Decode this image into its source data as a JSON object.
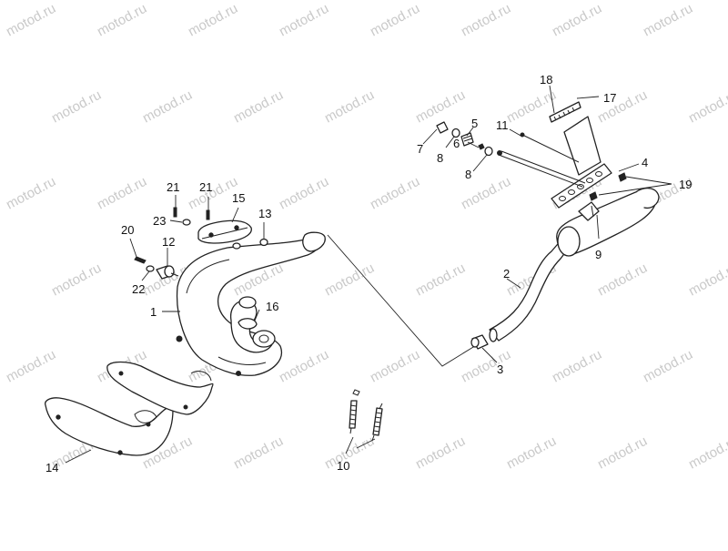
{
  "watermark": {
    "text": "motod.ru",
    "color": "#c9c9c9"
  },
  "callouts": {
    "c1": "1",
    "c2": "2",
    "c3": "3",
    "c4": "4",
    "c5": "5",
    "c6": "6",
    "c7": "7",
    "c8a": "8",
    "c8b": "8",
    "c9": "9",
    "c10": "10",
    "c11": "11",
    "c12": "12",
    "c13": "13",
    "c14": "14",
    "c15": "15",
    "c16": "16",
    "c17": "17",
    "c18": "18",
    "c19": "19",
    "c20": "20",
    "c21a": "21",
    "c21b": "21",
    "c22": "22",
    "c23": "23"
  }
}
